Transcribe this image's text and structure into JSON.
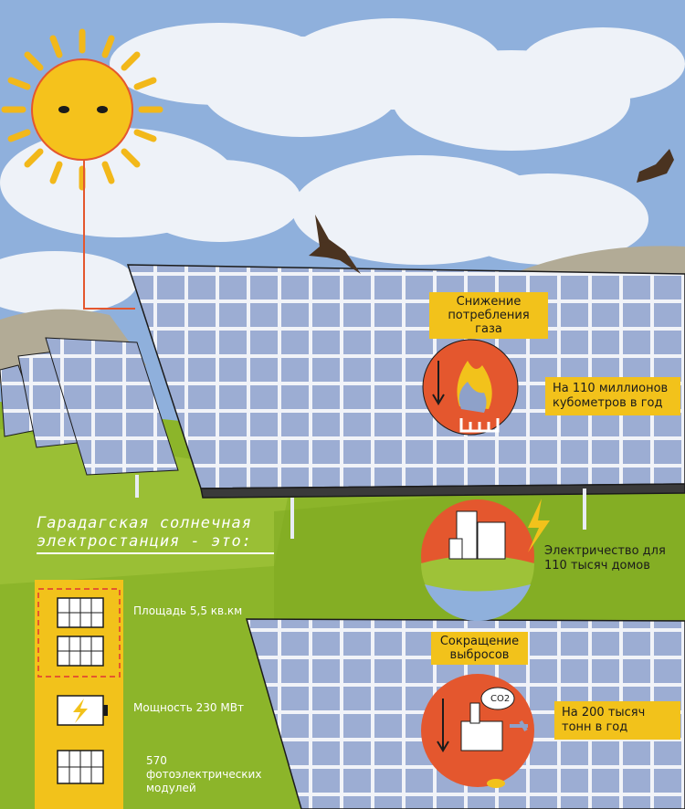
{
  "title": {
    "line1": "Гарадагская солнечная",
    "line2": "электростанция - это:"
  },
  "facts": {
    "gas": {
      "label": "Снижение потребления газа",
      "value": "На 110 миллионов кубометров в год",
      "icon": "gas-flame-icon"
    },
    "electricity": {
      "value": "Электричество для 110 тысяч домов",
      "icon": "city-lightning-icon"
    },
    "emissions": {
      "label": "Сокращение выбросов",
      "value": "На 200 тысяч тонн в год",
      "icon": "factory-co2-icon",
      "co2": "CO2"
    }
  },
  "legend": {
    "area": "Площадь 5,5 кв.км",
    "power": "Мощность 230 МВт",
    "modules": "570 фотоэлектрических модулей"
  },
  "colors": {
    "sky": "#8fb0dc",
    "grass": "#8cb52a",
    "accent_yellow": "#f2c21b",
    "accent_red": "#e4572e",
    "panel": "#8ea1c9"
  }
}
